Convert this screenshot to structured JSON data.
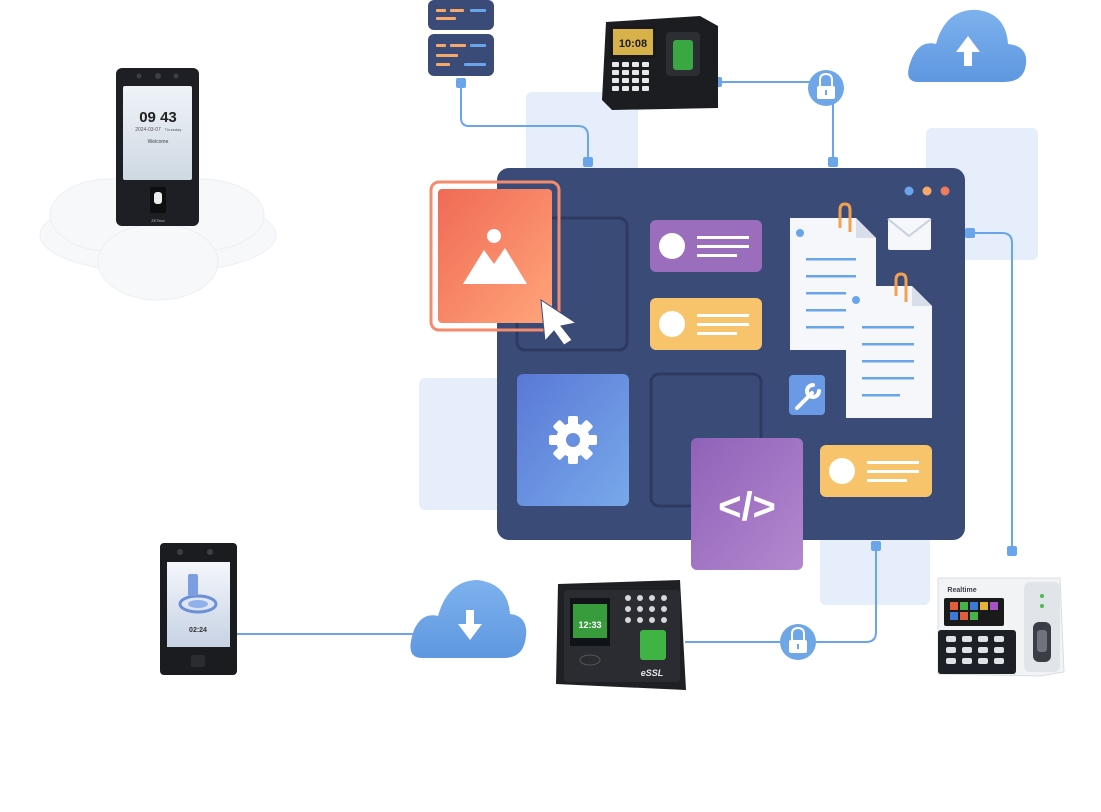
{
  "colors": {
    "panel": "#3b4b78",
    "panel_dark": "#33426b",
    "connector": "#6aa4ea",
    "cloud": "#6ea6e8",
    "bg_square": "#e6eefb",
    "image_card": "#f47b5e",
    "settings_card": "#5f86e0",
    "code_card": "#9b6bc0",
    "purple_card": "#9a6dbd",
    "yellow_card": "#f8c46b",
    "doc": "#f5f7fb"
  },
  "devices": {
    "face_terminal_top": {
      "time": "09 43",
      "date": "2024-03-07",
      "day": "Thursday",
      "welcome": "Welcome",
      "brand": "ZKTeco"
    },
    "fingerprint_top": {
      "time": "10:08"
    },
    "face_terminal_bottom_left": {
      "time": "02:24"
    },
    "essl_device": {
      "time": "12:33",
      "brand": "eSSL"
    },
    "realtime_device": {
      "brand": "Realtime"
    }
  },
  "code_symbol": "</>",
  "icons": {
    "server": "server-icon",
    "cloud_upload": "cloud-upload-icon",
    "cloud_download": "cloud-download-icon",
    "lock": "lock-icon",
    "image": "image-icon",
    "cursor": "cursor-icon",
    "gear": "gear-icon",
    "wrench": "wrench-icon",
    "mail": "mail-icon",
    "paperclip": "paperclip-icon",
    "code": "code-icon"
  }
}
